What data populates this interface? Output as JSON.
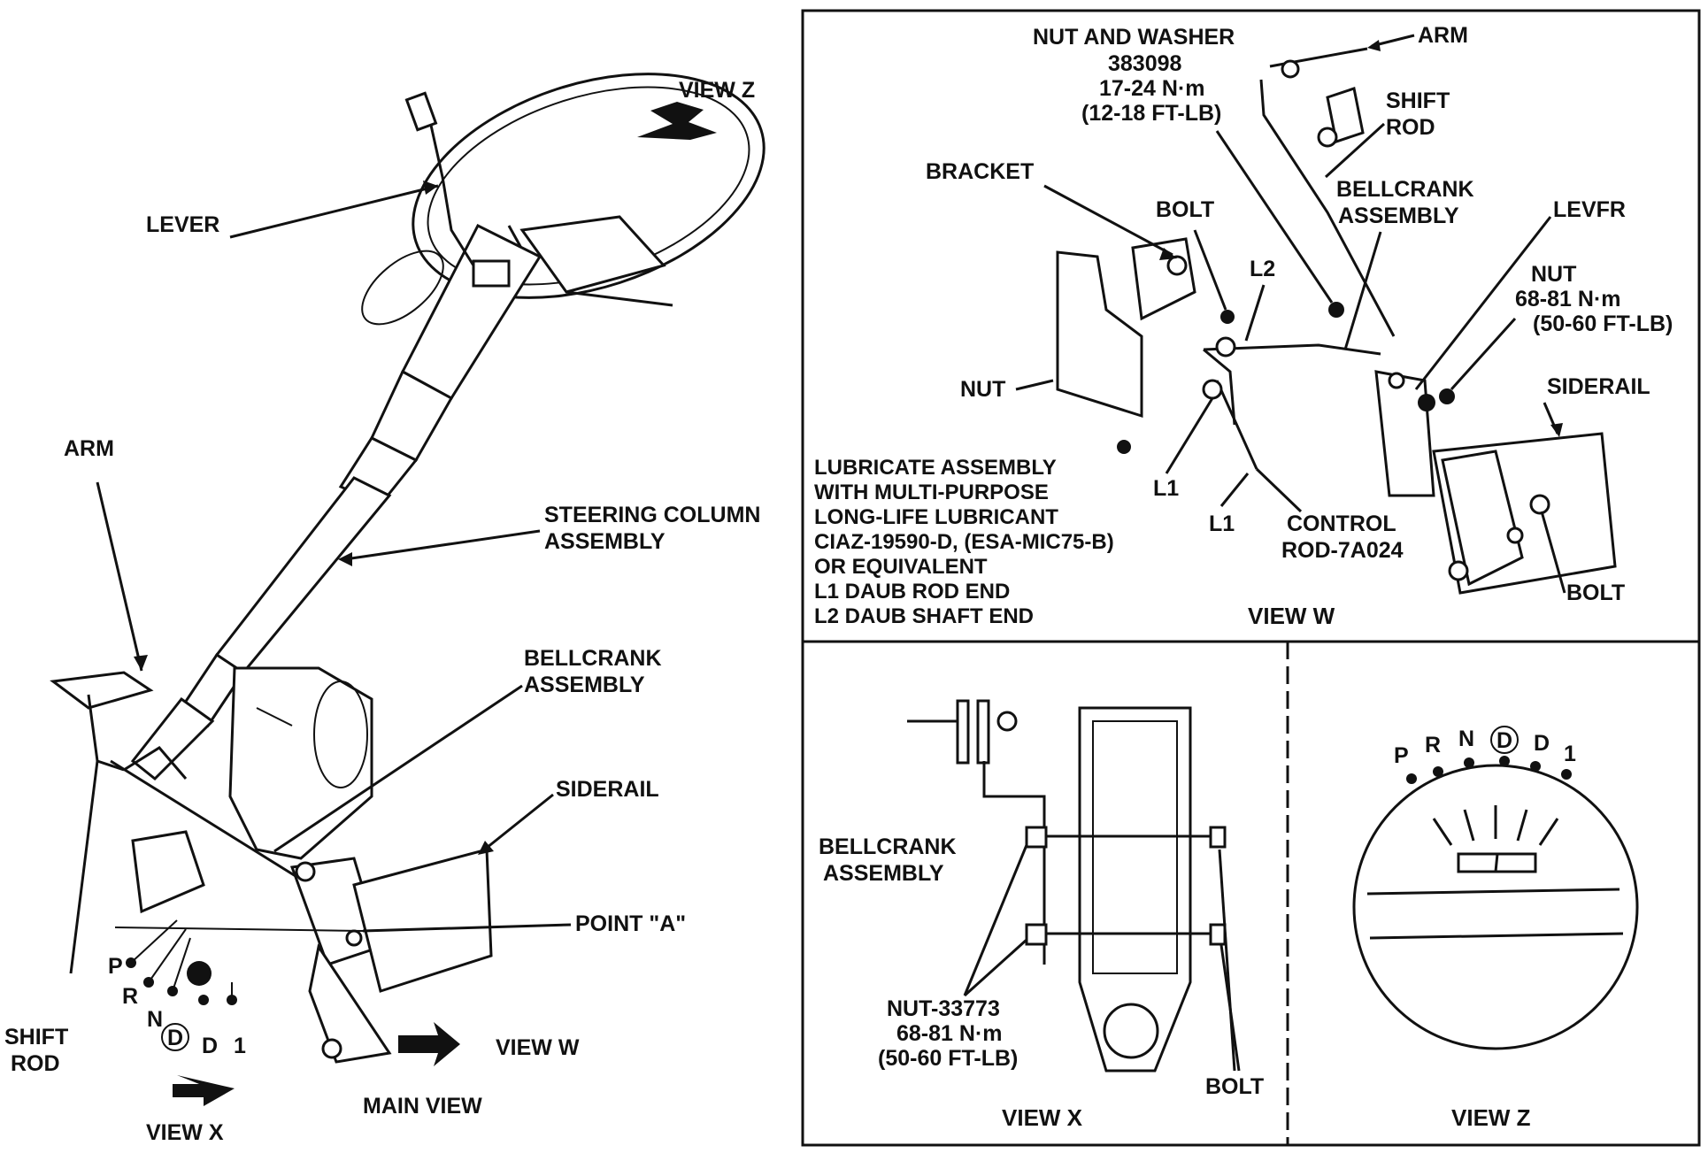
{
  "main_view": {
    "title": "MAIN VIEW",
    "labels": {
      "lever": "LEVER",
      "arm": "ARM",
      "steering_column_1": "STEERING COLUMN",
      "steering_column_2": "ASSEMBLY",
      "bellcrank_1": "BELLCRANK",
      "bellcrank_2": "ASSEMBLY",
      "siderail": "SIDERAIL",
      "point_a": "POINT \"A\"",
      "shift_rod_1": "SHIFT",
      "shift_rod_2": "ROD",
      "view_z": "VIEW Z",
      "view_w": "VIEW W",
      "view_x": "VIEW X"
    },
    "gear_positions": [
      "P",
      "R",
      "N",
      "D",
      "D",
      "1"
    ]
  },
  "view_w": {
    "title": "VIEW W",
    "labels": {
      "nut_washer_1": "NUT AND WASHER",
      "nut_washer_2": "383098",
      "nut_washer_3": "17-24 N·m",
      "nut_washer_4": "(12-18 FT-LB)",
      "arm": "ARM",
      "shift_rod_1": "SHIFT",
      "shift_rod_2": "ROD",
      "bracket": "BRACKET",
      "bolt_top": "BOLT",
      "bellcrank_1": "BELLCRANK",
      "bellcrank_2": "ASSEMBLY",
      "lever": "LEVFR",
      "l2": "L2",
      "nut_right_1": "NUT",
      "nut_right_2": "68-81 N·m",
      "nut_right_3": "(50-60 FT-LB)",
      "siderail": "SIDERAIL",
      "nut_left": "NUT",
      "l1_a": "L1",
      "l1_b": "L1",
      "control_rod_1": "CONTROL",
      "control_rod_2": "ROD-7A024",
      "bolt_bottom": "BOLT"
    },
    "note": [
      "LUBRICATE ASSEMBLY",
      "WITH MULTI-PURPOSE",
      "LONG-LIFE LUBRICANT",
      "CIAZ-19590-D, (ESA-MIC75-B)",
      "OR EQUIVALENT",
      "L1 DAUB ROD END",
      "L2 DAUB SHAFT END"
    ]
  },
  "view_x": {
    "title": "VIEW X",
    "labels": {
      "bellcrank_1": "BELLCRANK",
      "bellcrank_2": "ASSEMBLY",
      "nut_1": "NUT-33773",
      "nut_2": "68-81 N·m",
      "nut_3": "(50-60 FT-LB)",
      "bolt": "BOLT"
    }
  },
  "view_z": {
    "title": "VIEW Z",
    "gear_positions": [
      "P",
      "R",
      "N",
      "D",
      "D",
      "1"
    ]
  }
}
